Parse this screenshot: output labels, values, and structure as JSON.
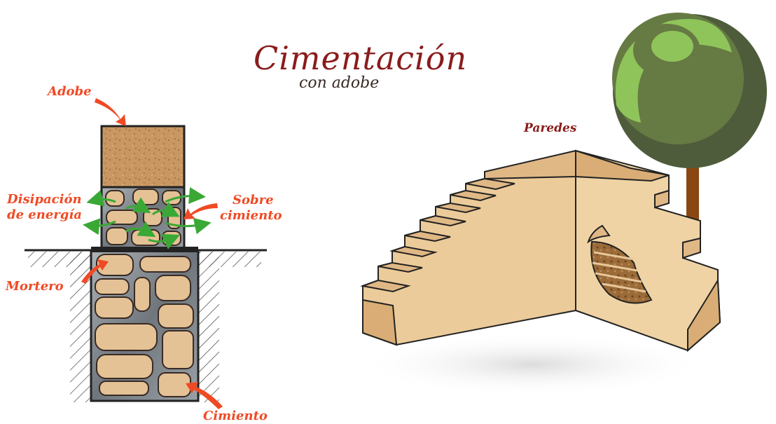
{
  "title": "Cimentación",
  "subtitle": "con adobe",
  "labels": {
    "adobe": "Adobe",
    "disipacion_1": "Disipación",
    "disipacion_2": "de energía",
    "sobre_1": "Sobre",
    "sobre_2": "cimiento",
    "mortero": "Mortero",
    "cimiento": "Cimiento",
    "paredes": "Paredes"
  },
  "colors": {
    "label_orange": "#ef4a24",
    "title_red": "#8a1c1c",
    "stone": "#e4c295",
    "mortar": "#7f858b",
    "wall_light": "#f0d3a4",
    "wall_mid": "#e0b886",
    "wall_dark": "#c89a63",
    "arrow_green": "#3aa835",
    "tree_light": "#8fc45a",
    "tree_mid": "#667a43",
    "tree_dark": "#4e5c3b",
    "trunk": "#8a4712"
  }
}
